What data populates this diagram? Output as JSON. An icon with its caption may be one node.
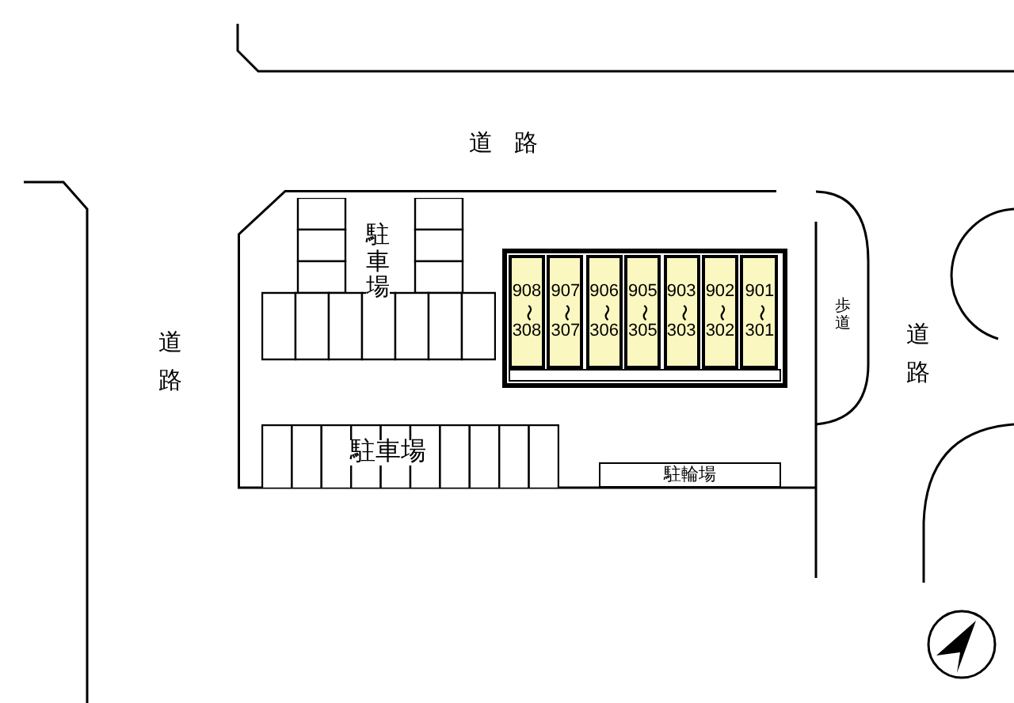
{
  "diagram": {
    "nodes": [
      {
        "text": [],
        "shape": "box"
      },
      {
        "text": [
          "駐車場"
        ],
        "in": 0
      },
      {
        "text": [
          "駐車場"
        ],
        "in": 0
      },
      {
        "text": [],
        "shape": "box",
        "in": 0
      },
      {
        "text": [
          "908",
          "〜",
          "308"
        ],
        "in": 3
      },
      {
        "text": [
          "907",
          "〜",
          "307"
        ],
        "in": 3
      },
      {
        "text": [
          "906",
          "〜",
          "306"
        ],
        "in": 3
      },
      {
        "text": [
          "905",
          "〜",
          "305"
        ],
        "in": 3
      },
      {
        "text": [
          "903",
          "〜",
          "303"
        ],
        "in": 3
      },
      {
        "text": [
          "902",
          "〜",
          "302"
        ],
        "in": 3
      },
      {
        "text": [
          "901",
          "〜",
          "301"
        ],
        "in": 3
      },
      {
        "text": [
          "駐輪場"
        ],
        "in": 0
      },
      {
        "text": [
          "歩道"
        ]
      }
    ],
    "labels": [
      "道路",
      "道路",
      "道路"
    ]
  }
}
